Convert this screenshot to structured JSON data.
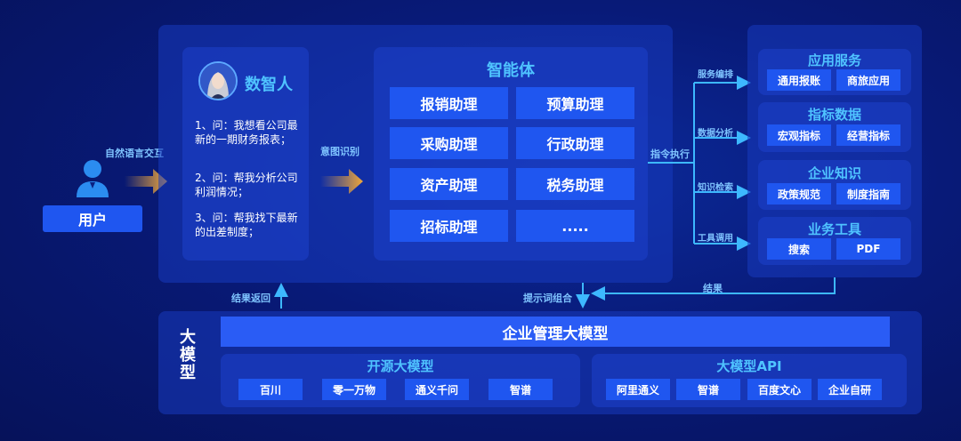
{
  "user": {
    "label": "用户",
    "interaction": "自然语言交互"
  },
  "digital_human": {
    "title": "数智人",
    "questions": [
      "1、问：我想看公司最新的一期财务报表；",
      "2、问：帮我分析公司利润情况；",
      "3、问：帮我找下最新的出差制度；"
    ]
  },
  "intent_label": "意图识别",
  "agents": {
    "title": "智能体",
    "items": [
      "报销助理",
      "预算助理",
      "采购助理",
      "行政助理",
      "资产助理",
      "税务助理",
      "招标助理",
      "....."
    ]
  },
  "exec_label": "指令执行",
  "branch_labels": [
    "服务编排",
    "数据分析",
    "知识检索",
    "工具调用"
  ],
  "services": [
    {
      "title": "应用服务",
      "items": [
        "通用报账",
        "商旅应用"
      ]
    },
    {
      "title": "指标数据",
      "items": [
        "宏观指标",
        "经营指标"
      ]
    },
    {
      "title": "企业知识",
      "items": [
        "政策规范",
        "制度指南"
      ]
    },
    {
      "title": "业务工具",
      "items": [
        "搜索",
        "PDF"
      ]
    }
  ],
  "result_label": "结果",
  "result_return_label": "结果返回",
  "prompt_label": "提示词组合",
  "big_model": {
    "side_label": "大模型",
    "banner": "企业管理大模型",
    "open_source": {
      "title": "开源大模型",
      "items": [
        "百川",
        "零一万物",
        "通义千问",
        "智谱"
      ]
    },
    "api": {
      "title": "大模型API",
      "items": [
        "阿里通义",
        "智谱",
        "百度文心",
        "企业自研"
      ]
    }
  }
}
